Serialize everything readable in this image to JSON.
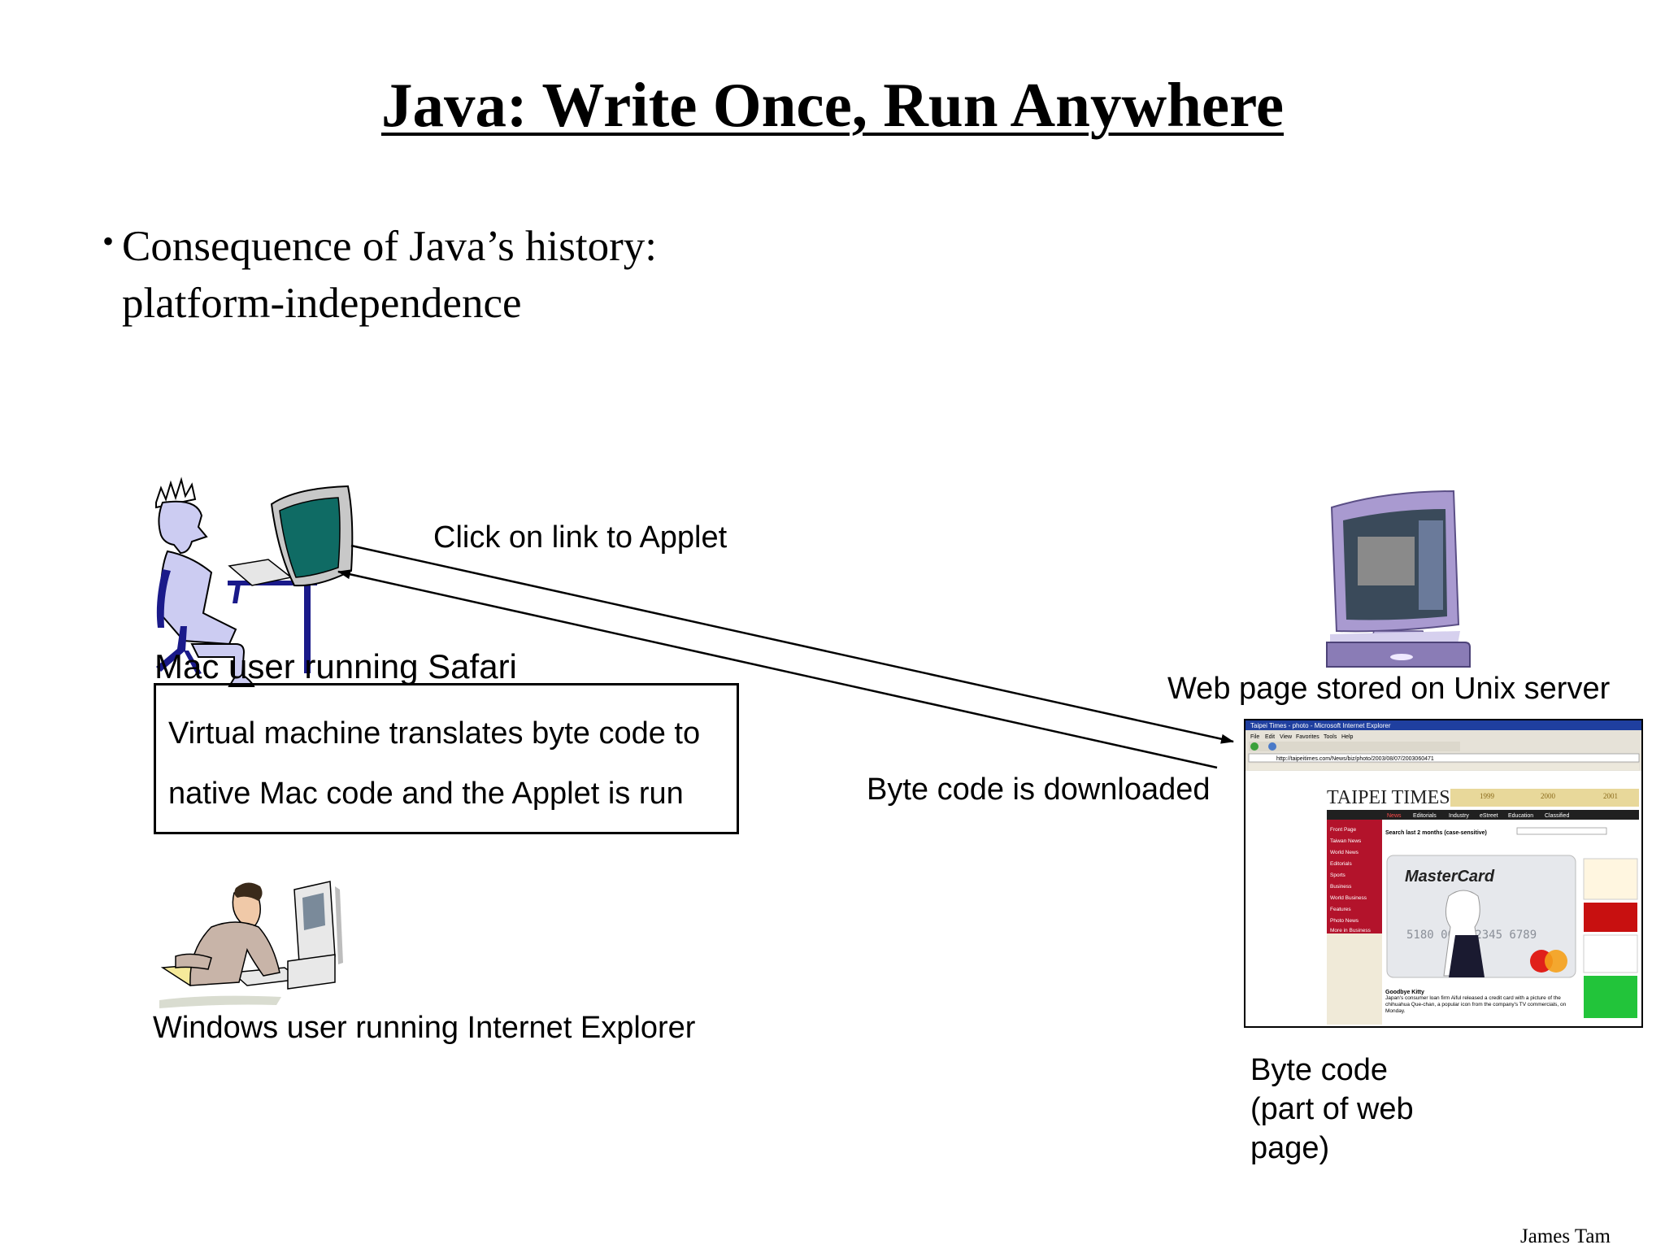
{
  "slide": {
    "title": "Java: Write Once, Run Anywhere",
    "bullet": {
      "line1": "Consequence of Java’s history:",
      "line2": "platform-independence"
    },
    "credit": "James Tam"
  },
  "diagram": {
    "mac_user_label": "Mac user running Safari",
    "vm_box": {
      "line1": "Virtual machine translates byte code to",
      "line2": "native Mac code and the Applet is run"
    },
    "windows_user_label": "Windows user running Internet Explorer",
    "server_label": "Web page stored on Unix server",
    "arrow_request_label": "Click on link to Applet",
    "arrow_response_label": "Byte code is downloaded",
    "bytecode_label": {
      "line1": "Byte code",
      "line2": "(part of web",
      "line3": "page)"
    }
  },
  "browser_thumbnail": {
    "window_title": "Taipei Times - photo - Microsoft Internet Explorer",
    "menu": [
      "File",
      "Edit",
      "View",
      "Favorites",
      "Tools",
      "Help"
    ],
    "address": "http://taipeitimes.com/News/biz/photo/2003/08/07/2003060471",
    "masthead": "TAIPEI TIMES",
    "years": [
      "1999",
      "2000",
      "2001"
    ],
    "nav_tabs": [
      "News",
      "Editorials",
      "Industry",
      "eStreet",
      "Education",
      "Classified"
    ],
    "side_links": [
      "Front Page",
      "Taiwan News",
      "World News",
      "Editorials",
      "Sports",
      "Business",
      "World Business",
      "Features",
      "Photo News",
      "More in Business"
    ],
    "search_label": "Search last 2 months (case-sensitive)",
    "card_brand": "MasterCard",
    "card_numbers": "5180 0000 2345 6789",
    "headline": "Goodbye Kitty",
    "body": "Japan's consumer loan firm Aiful released a credit card with a picture of the chihuahua Que-chan, a popular icon from the company's TV commercials, on Monday.",
    "colors": {
      "nav_red": "#b3132b",
      "banner_gold": "#e8d89a",
      "card_bg": "#e6e8ec",
      "ad_green": "#22c43a"
    }
  }
}
